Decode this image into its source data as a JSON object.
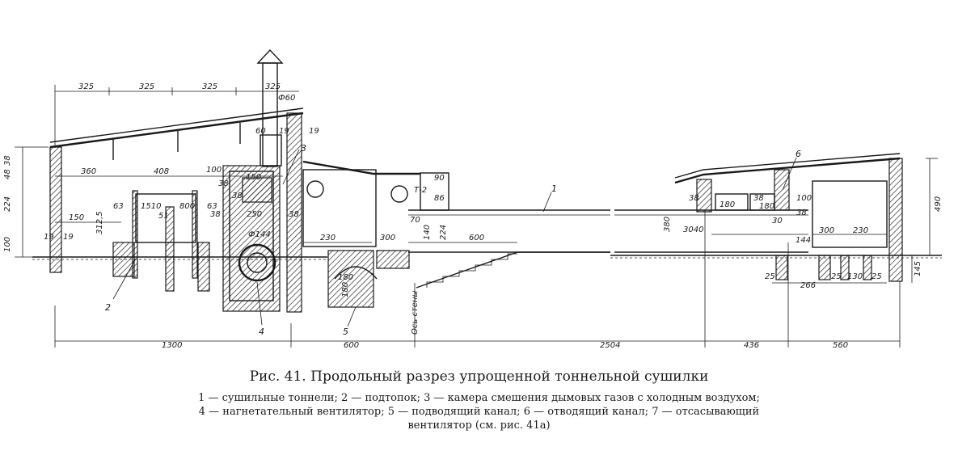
{
  "figure": {
    "title": "Рис. 41. Продольный разрез упрощенной тоннельной сушилки",
    "legend_lines": [
      "1 — сушильные тоннели; 2 — подтопок; 3 — камера  смешения дымовых газов с  холодным  воздухом;",
      "4 — нагнетательный   вентилятор; 5 — подводящий  канал;  6 — отводящий  канал;  7 — отсасывающий",
      "вентилятор  (см.  рис.  41а)"
    ]
  },
  "dimensions": {
    "top": [
      "325",
      "325",
      "325",
      "325",
      "Ф60"
    ],
    "upper": [
      "60",
      "19",
      "19",
      "360",
      "408",
      "100",
      "150",
      "38",
      "38",
      "90",
      "86",
      "Т-2"
    ],
    "middle": [
      "224",
      "48",
      "38",
      "63",
      "1510",
      "800",
      "63",
      "51",
      "150",
      "312,5",
      "250",
      "38",
      "38",
      "Ф144",
      "70",
      "140",
      "224",
      "230",
      "300",
      "600",
      "380",
      "3040",
      "38",
      "180",
      "38",
      "180",
      "100",
      "38",
      "30",
      "300",
      "230",
      "490"
    ],
    "lower": [
      "100",
      "19",
      "19",
      "180",
      "180",
      "144",
      "145",
      "25",
      "266",
      "25",
      "130",
      "25"
    ],
    "bottom": [
      "1300",
      "600",
      "2504",
      "436",
      "560"
    ],
    "axis_label": "Ось стены"
  },
  "callouts": [
    "1",
    "2",
    "3",
    "4",
    "5",
    "6"
  ]
}
